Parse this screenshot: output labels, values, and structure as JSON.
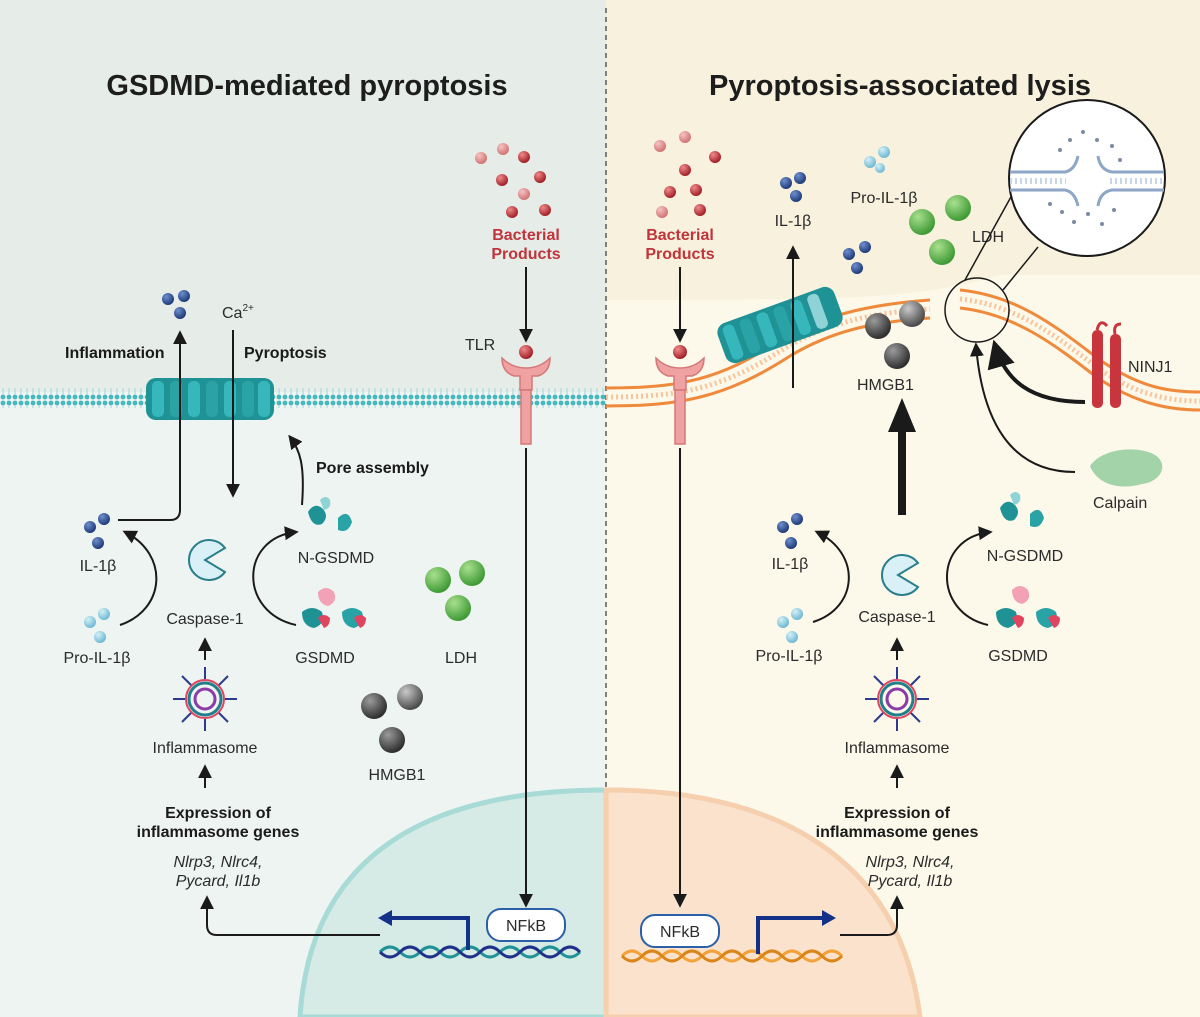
{
  "left_panel": {
    "title": "GSDMD-mediated pyroptosis",
    "labels": {
      "inflammation": "Inflammation",
      "calcium": "Ca",
      "calcium_sup": "2+",
      "pyroptosis": "Pyroptosis",
      "pore_assembly": "Pore assembly",
      "il1b": "IL-1β",
      "pro_il1b": "Pro-IL-1β",
      "caspase1": "Caspase-1",
      "n_gsdmd": "N-GSDMD",
      "gsdmd": "GSDMD",
      "ldh": "LDH",
      "hmgb1": "HMGB1",
      "inflammasome": "Inflammasome",
      "expression_line1": "Expression of",
      "expression_line2": "inflammasome genes",
      "genes_line1": "Nlrp3, Nlrc4,",
      "genes_line2": "Pycard, Il1b",
      "bacterial_line1": "Bacterial",
      "bacterial_line2": "Products",
      "tlr": "TLR",
      "nfkb": "NFkB"
    }
  },
  "right_panel": {
    "title": "Pyroptosis-associated lysis",
    "labels": {
      "bacterial_line1": "Bacterial",
      "bacterial_line2": "Products",
      "il1b_top": "IL-1β",
      "pro_il1b_top": "Pro-IL-1β",
      "ldh": "LDH",
      "hmgb1": "HMGB1",
      "ninj1": "NINJ1",
      "calpain": "Calpain",
      "il1b": "IL-1β",
      "pro_il1b": "Pro-IL-1β",
      "caspase1": "Caspase-1",
      "n_gsdmd": "N-GSDMD",
      "gsdmd": "GSDMD",
      "inflammasome": "Inflammasome",
      "expression_line1": "Expression of",
      "expression_line2": "inflammasome genes",
      "genes_line1": "Nlrp3, Nlrc4,",
      "genes_line2": "Pycard, Il1b",
      "nfkb": "NFkB"
    }
  },
  "colors": {
    "left_bg_top": "#e6ece8",
    "left_bg_bottom": "#eff5f2",
    "right_bg_top": "#f7f1dd",
    "right_bg_bottom": "#fcf8ea",
    "teal": "#2aa3a6",
    "orange": "#ec8a43",
    "bacterial_red": "#c0343b",
    "il1b_blue": "#2d4f8f",
    "ldh_green": "#5cb84a",
    "hmgb1_gray": "#6a6a6a"
  }
}
